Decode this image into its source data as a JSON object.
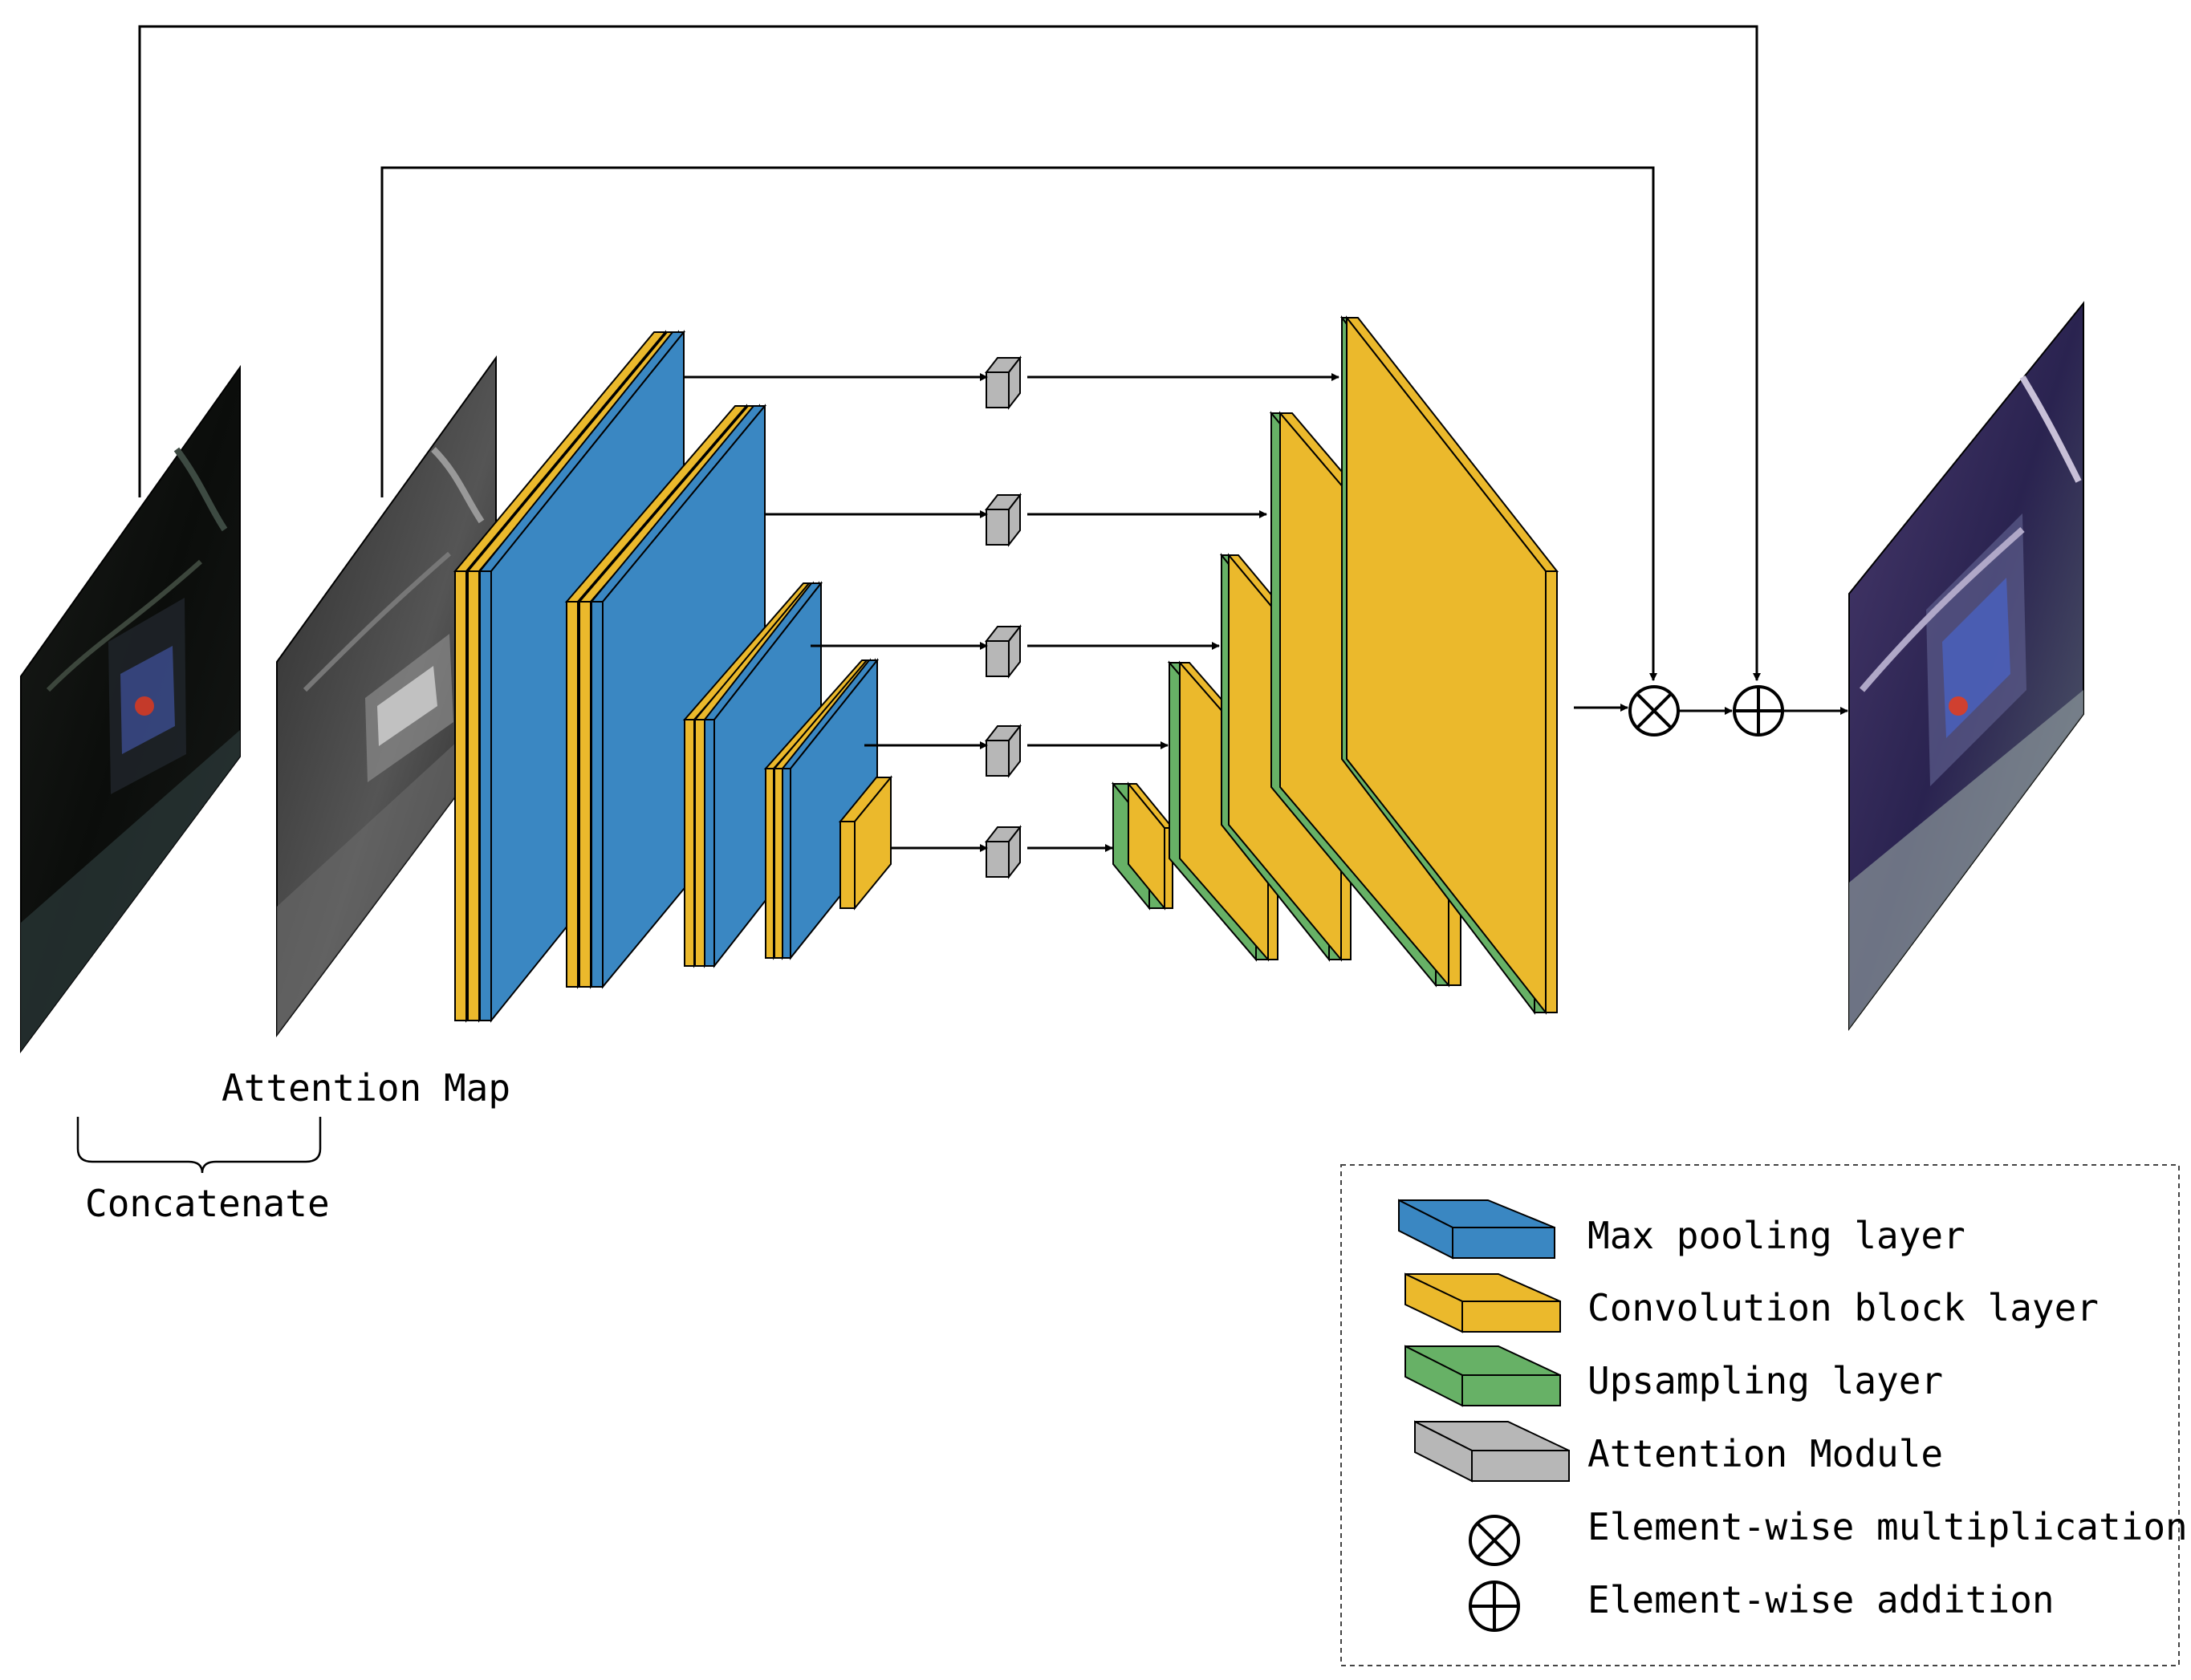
{
  "colors": {
    "max_pooling": "#3a87c2",
    "convolution": "#ebb92c",
    "upsampling": "#67b166",
    "attention": "#b7b7b7",
    "line": "#000000",
    "legend_border": "#444444",
    "background": "#ffffff"
  },
  "images": {
    "input_image": "dark-input-image",
    "attention_map": "grayscale-attention-map",
    "output_image": "enhanced-output-image"
  },
  "labels": {
    "attention_map": "Attention Map",
    "concatenate": "Concatenate"
  },
  "operators": {
    "multiply_icon": "circle-times-icon",
    "add_icon": "circle-plus-icon"
  },
  "legend": {
    "items": [
      {
        "label": "Max pooling layer",
        "icon": "blue-block-icon"
      },
      {
        "label": "Convolution block layer",
        "icon": "yellow-block-icon"
      },
      {
        "label": "Upsampling layer",
        "icon": "green-block-icon"
      },
      {
        "label": "Attention Module",
        "icon": "gray-block-icon"
      },
      {
        "label": "Element-wise multiplication",
        "icon": "circle-times-icon"
      },
      {
        "label": "Element-wise addition",
        "icon": "circle-plus-icon"
      }
    ]
  }
}
